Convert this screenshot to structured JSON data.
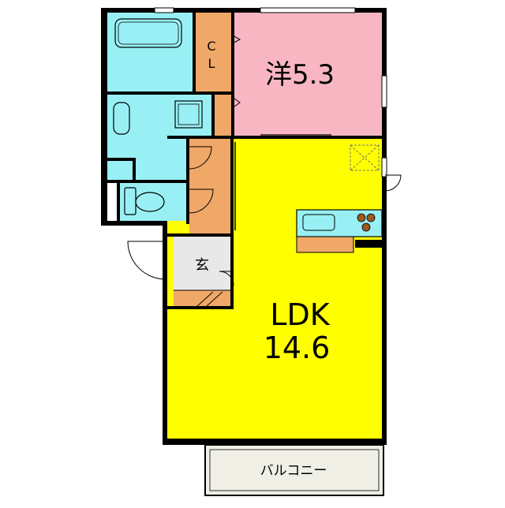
{
  "rooms": {
    "western": {
      "label": "洋5.3"
    },
    "closet": {
      "label_c": "C",
      "label_l": "L"
    },
    "ldk": {
      "label": "LDK",
      "area": "14.6"
    },
    "entrance": {
      "label": "玄"
    },
    "balcony": {
      "label": "バルコニー"
    }
  },
  "colors": {
    "ldk": "#ffff00",
    "western": "#f8b6c2",
    "wet_area": "#99f0f4",
    "storage": "#f0a868",
    "entrance": "#e8e8e8",
    "balcony": "#f0efe6",
    "wall": "#000000"
  }
}
